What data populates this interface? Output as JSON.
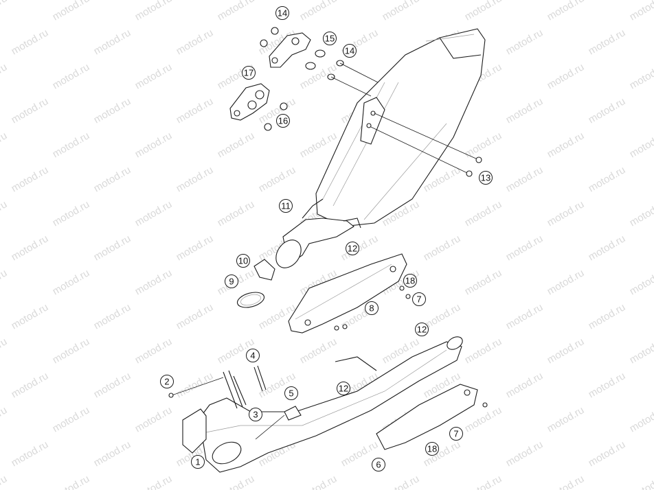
{
  "watermark": "motod.ru",
  "callouts": [
    "14",
    "15",
    "14",
    "17",
    "16",
    "13",
    "11",
    "12",
    "10",
    "9",
    "18",
    "7",
    "8",
    "12",
    "4",
    "2",
    "5",
    "12",
    "3",
    "1",
    "7",
    "18",
    "6"
  ]
}
